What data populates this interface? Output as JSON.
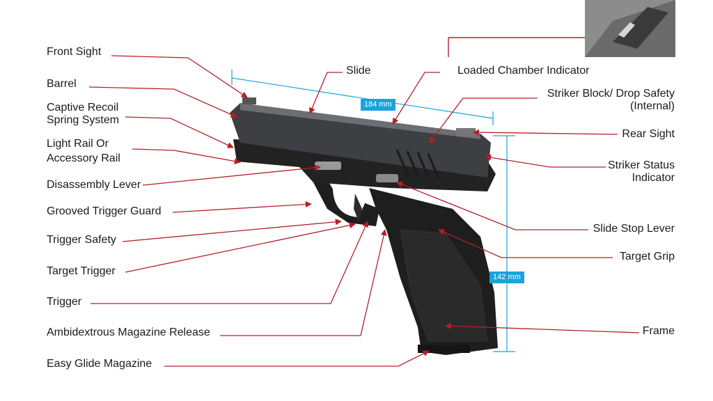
{
  "labels": {
    "front_sight": "Front Sight",
    "barrel": "Barrel",
    "captive_recoil_1": "Captive Recoil",
    "captive_recoil_2": "Spring System",
    "light_rail_1": "Light Rail Or",
    "light_rail_2": "Accessory Rail",
    "disassembly_lever": "Disassembly Lever",
    "grooved_trigger_guard": "Grooved Trigger Guard",
    "trigger_safety": "Trigger Safety",
    "target_trigger": "Target Trigger",
    "trigger": "Trigger",
    "ambidextrous_mag_release": "Ambidextrous Magazine Release",
    "easy_glide_magazine": "Easy Glide Magazine",
    "slide": "Slide",
    "loaded_chamber_indicator": "Loaded Chamber Indicator",
    "striker_block_1": "Striker Block/ Drop Safety",
    "striker_block_2": "(Internal)",
    "rear_sight": "Rear Sight",
    "striker_status_1": "Striker Status",
    "striker_status_2": "Indicator",
    "slide_stop_lever": "Slide Stop Lever",
    "target_grip": "Target Grip",
    "frame": "Frame"
  },
  "dimensions": {
    "length": "184 mm",
    "height": "142 mm"
  },
  "colors": {
    "leader": "#b3202a",
    "dimension": "#1aa3dc",
    "pistol": "#1c1c1c"
  }
}
